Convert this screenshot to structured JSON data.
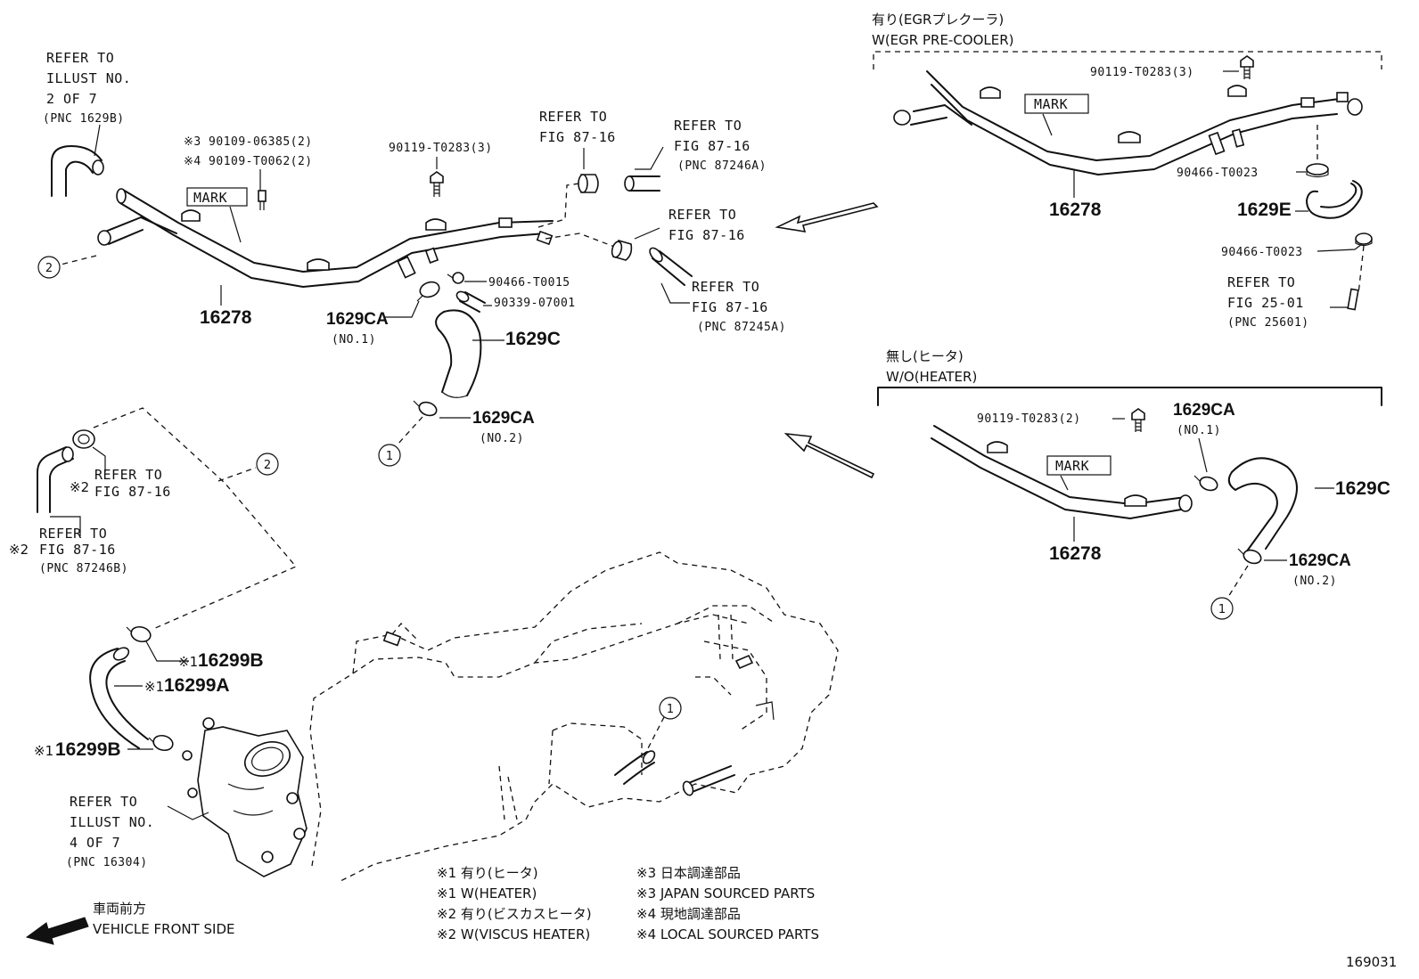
{
  "sections": {
    "egr": {
      "jp": "有り(EGRプレクーラ)",
      "en": "W(EGR PRE-COOLER)"
    },
    "noheater": {
      "jp": "無し(ヒータ)",
      "en": "W/O(HEATER)"
    }
  },
  "labels": {
    "refer_illust_2": [
      "REFER TO",
      "ILLUST NO.",
      "2 OF 7",
      "(PNC 1629B)"
    ],
    "bolt_jp": [
      "※3 90109-06385(2)",
      "※4 90109-T0062(2)"
    ],
    "bolt_main": "90119-T0283(3)",
    "refer_fig_top": [
      "REFER TO",
      "FIG 87-16"
    ],
    "refer_fig_87246a": [
      "REFER TO",
      "FIG 87-16",
      "(PNC 87246A)"
    ],
    "refer_fig_mid": [
      "REFER TO",
      "FIG 87-16"
    ],
    "refer_fig_87245a": [
      "REFER TO",
      "FIG 87-16",
      "(PNC 87245A)"
    ],
    "mark": "MARK",
    "clip_15": "90466-T0015",
    "pipe_07001": "90339-07001",
    "pn_16278": "16278",
    "pn_1629ca": "1629CA",
    "no1": "(NO.1)",
    "no2": "(NO.2)",
    "pn_1629c": "1629C",
    "egr_bolt": "90119-T0283(3)",
    "egr_clip_a": "90466-T0023",
    "egr_clip_b": "90466-T0023",
    "pn_1629e": "1629E",
    "refer_fig_25": [
      "REFER TO",
      "FIG 25-01",
      "(PNC 25601)"
    ],
    "wo_bolt": "90119-T0283(2)",
    "refer_fig_left_a": [
      "REFER TO",
      "FIG 87-16"
    ],
    "refer_fig_left_b": [
      "REFER TO",
      "FIG 87-16",
      "(PNC 87246B)"
    ],
    "mark_left_a": "※2",
    "mark_left_b": "※2",
    "pn_16299b": "16299B",
    "pn_16299a": "16299A",
    "mark1": "※1",
    "refer_illust_4": [
      "REFER TO",
      "ILLUST NO.",
      "4 OF 7",
      "(PNC 16304)"
    ],
    "front_jp": "車両前方",
    "front_en": "VEHICLE FRONT SIDE",
    "circle_1": "1",
    "circle_2": "2"
  },
  "legend": {
    "left": [
      "※1 有り(ヒータ)",
      "※1 W(HEATER)",
      "※2 有り(ビスカスヒータ)",
      "※2 W(VISCUS HEATER)"
    ],
    "right": [
      "※3 日本調達部品",
      "※3 JAPAN SOURCED PARTS",
      "※4 現地調達部品",
      "※4 LOCAL SOURCED PARTS"
    ]
  },
  "figure_number": "169031"
}
